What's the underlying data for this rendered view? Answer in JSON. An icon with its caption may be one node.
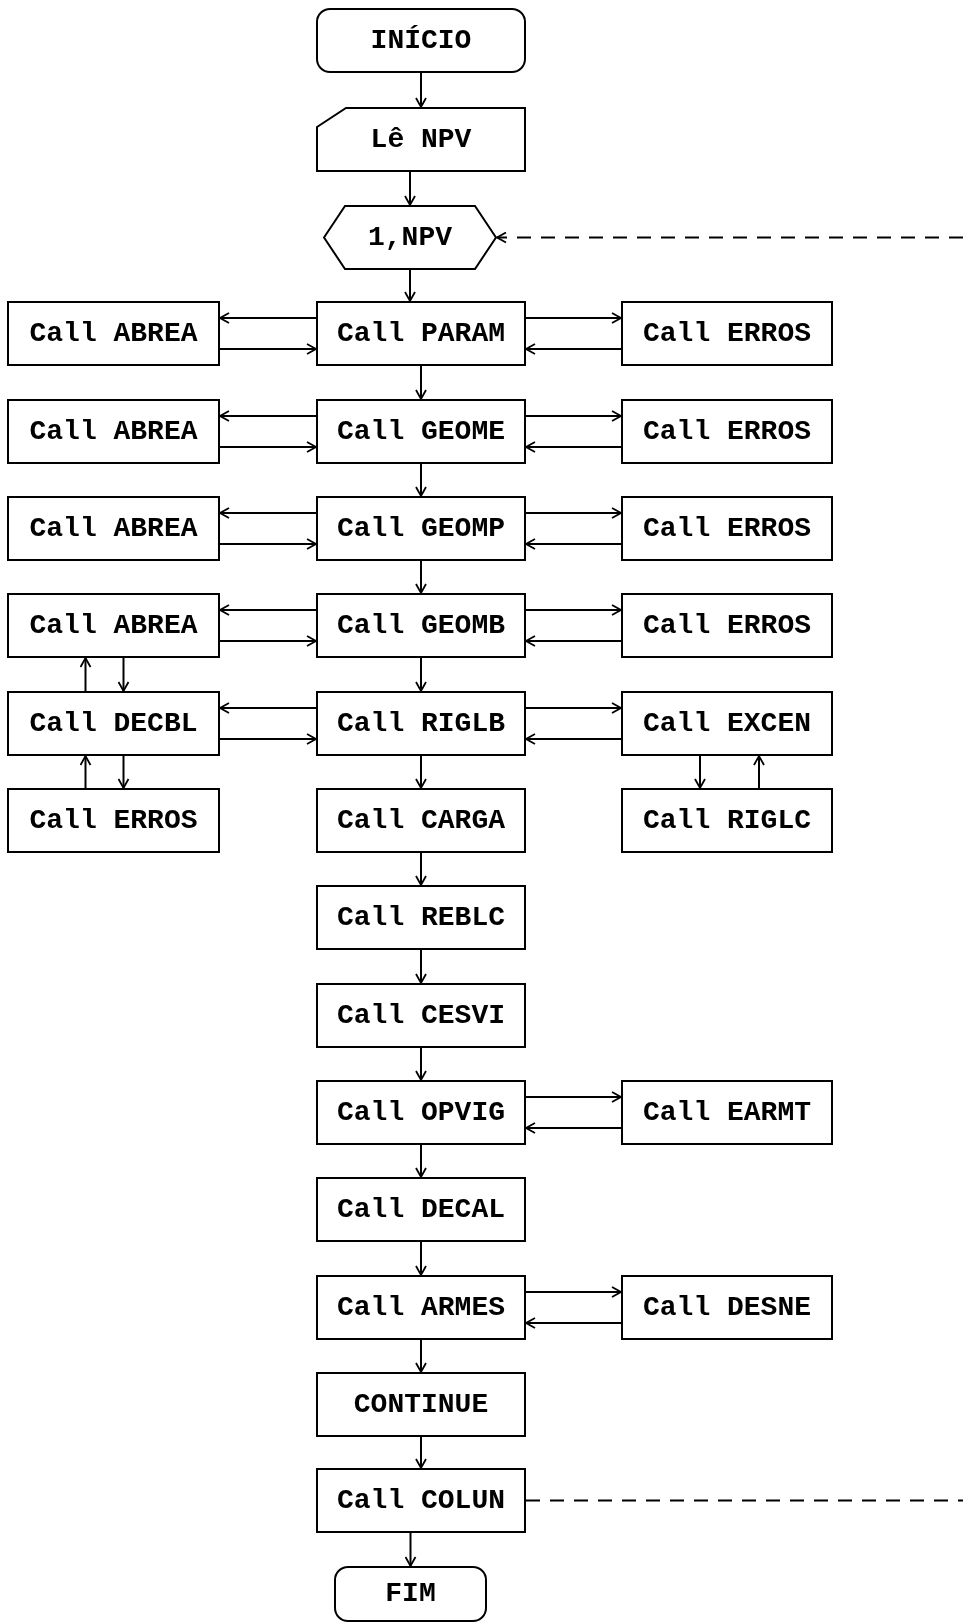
{
  "diagram": {
    "nodes": [
      {
        "text": [
          "INÍCIO"
        ]
      },
      {
        "text": [
          "Lê NPV"
        ]
      },
      {
        "text": [
          "1,NPV"
        ]
      },
      {
        "text": [
          "Call ABREA"
        ]
      },
      {
        "text": [
          "Call PARAM"
        ]
      },
      {
        "text": [
          "Call ERROS"
        ]
      },
      {
        "text": [
          "Call ABREA"
        ]
      },
      {
        "text": [
          "Call GEOME"
        ]
      },
      {
        "text": [
          "Call ERROS"
        ]
      },
      {
        "text": [
          "Call ABREA"
        ]
      },
      {
        "text": [
          "Call GEOMP"
        ]
      },
      {
        "text": [
          "Call ERROS"
        ]
      },
      {
        "text": [
          "Call ABREA"
        ]
      },
      {
        "text": [
          "Call GEOMB"
        ]
      },
      {
        "text": [
          "Call ERROS"
        ]
      },
      {
        "text": [
          "Call DECBL"
        ]
      },
      {
        "text": [
          "Call RIGLB"
        ]
      },
      {
        "text": [
          "Call EXCEN"
        ]
      },
      {
        "text": [
          "Call ERROS"
        ]
      },
      {
        "text": [
          "Call CARGA"
        ]
      },
      {
        "text": [
          "Call RIGLC"
        ]
      },
      {
        "text": [
          "Call REBLC"
        ]
      },
      {
        "text": [
          "Call CESVI"
        ]
      },
      {
        "text": [
          "Call OPVIG"
        ]
      },
      {
        "text": [
          "Call EARMT"
        ]
      },
      {
        "text": [
          "Call DECAL"
        ]
      },
      {
        "text": [
          "Call ARMES"
        ]
      },
      {
        "text": [
          "Call DESNE"
        ]
      },
      {
        "text": [
          "CONTINUE"
        ]
      },
      {
        "text": [
          "Call COLUN"
        ]
      },
      {
        "text": [
          "FIM"
        ]
      }
    ],
    "edges": [
      {
        "from": 0,
        "to": 1,
        "arrow": "to"
      },
      {
        "from": 1,
        "to": 2,
        "arrow": "to"
      },
      {
        "from": 2,
        "to": 4,
        "arrow": "to"
      },
      {
        "from": 4,
        "to": 3,
        "arrow": "to"
      },
      {
        "from": 3,
        "to": 4,
        "arrow": "to"
      },
      {
        "from": 4,
        "to": 5,
        "arrow": "to"
      },
      {
        "from": 5,
        "to": 4,
        "arrow": "to"
      },
      {
        "from": 4,
        "to": 7,
        "arrow": "to"
      },
      {
        "from": 7,
        "to": 6,
        "arrow": "to"
      },
      {
        "from": 6,
        "to": 7,
        "arrow": "to"
      },
      {
        "from": 7,
        "to": 8,
        "arrow": "to"
      },
      {
        "from": 8,
        "to": 7,
        "arrow": "to"
      },
      {
        "from": 7,
        "to": 10,
        "arrow": "to"
      },
      {
        "from": 10,
        "to": 9,
        "arrow": "to"
      },
      {
        "from": 9,
        "to": 10,
        "arrow": "to"
      },
      {
        "from": 10,
        "to": 11,
        "arrow": "to"
      },
      {
        "from": 11,
        "to": 10,
        "arrow": "to"
      },
      {
        "from": 10,
        "to": 13,
        "arrow": "to"
      },
      {
        "from": 13,
        "to": 12,
        "arrow": "to"
      },
      {
        "from": 12,
        "to": 13,
        "arrow": "to"
      },
      {
        "from": 13,
        "to": 14,
        "arrow": "to"
      },
      {
        "from": 14,
        "to": 13,
        "arrow": "to"
      },
      {
        "from": 13,
        "to": 16,
        "arrow": "to"
      },
      {
        "from": 16,
        "to": 15,
        "arrow": "to"
      },
      {
        "from": 15,
        "to": 16,
        "arrow": "to"
      },
      {
        "from": 16,
        "to": 17,
        "arrow": "to"
      },
      {
        "from": 17,
        "to": 16,
        "arrow": "to"
      },
      {
        "from": 15,
        "to": 12,
        "arrow": "to"
      },
      {
        "from": 12,
        "to": 15,
        "arrow": "to"
      },
      {
        "from": 16,
        "to": 19,
        "arrow": "to"
      },
      {
        "from": 18,
        "to": 15,
        "arrow": "to"
      },
      {
        "from": 15,
        "to": 18,
        "arrow": "to"
      },
      {
        "from": 17,
        "to": 20,
        "arrow": "to"
      },
      {
        "from": 20,
        "to": 17,
        "arrow": "to"
      },
      {
        "from": 19,
        "to": 21,
        "arrow": "to"
      },
      {
        "from": 21,
        "to": 22,
        "arrow": "to"
      },
      {
        "from": 22,
        "to": 23,
        "arrow": "to"
      },
      {
        "from": 23,
        "to": 24,
        "arrow": "to"
      },
      {
        "from": 24,
        "to": 23,
        "arrow": "to"
      },
      {
        "from": 23,
        "to": 25,
        "arrow": "to"
      },
      {
        "from": 25,
        "to": 26,
        "arrow": "to"
      },
      {
        "from": 26,
        "to": 27,
        "arrow": "to"
      },
      {
        "from": 27,
        "to": 26,
        "arrow": "to"
      },
      {
        "from": 26,
        "to": 28,
        "arrow": "to"
      },
      {
        "from": 28,
        "to": 29,
        "arrow": "to"
      },
      {
        "from": 29,
        "to": 30,
        "arrow": "to"
      },
      {
        "from": 29,
        "to": null,
        "arrow": "none",
        "style": "dashed"
      },
      {
        "from": null,
        "to": 2,
        "arrow": "to",
        "style": "dashed"
      }
    ]
  }
}
